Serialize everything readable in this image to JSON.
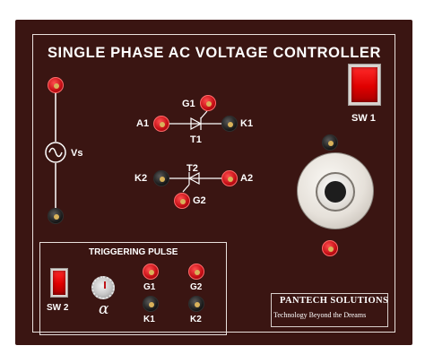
{
  "title": "SINGLE PHASE AC VOLTAGE CONTROLLER",
  "source": {
    "label": "Vs"
  },
  "thyristor1": {
    "anode": "A1",
    "gate": "G1",
    "cathode": "K1",
    "name": "T1"
  },
  "thyristor2": {
    "anode": "A2",
    "gate": "G2",
    "cathode": "K2",
    "name": "T2"
  },
  "switch1": {
    "label": "SW 1"
  },
  "triggering": {
    "title": "TRIGGERING PULSE",
    "switch_label": "SW 2",
    "knob_symbol": "α",
    "outputs": [
      "G1",
      "G2",
      "K1",
      "K2"
    ]
  },
  "brand": {
    "name": "PANTECH SOLUTIONS",
    "tagline": "Technology Beyond the Dreams"
  },
  "colors": {
    "panel": "#3a1512",
    "jack_red": "#c40d14",
    "jack_black": "#1a1a1a",
    "switch": "#e00000"
  },
  "icons": [
    "ac-source-icon",
    "scr-icon",
    "knob-icon",
    "ac-socket-icon"
  ]
}
